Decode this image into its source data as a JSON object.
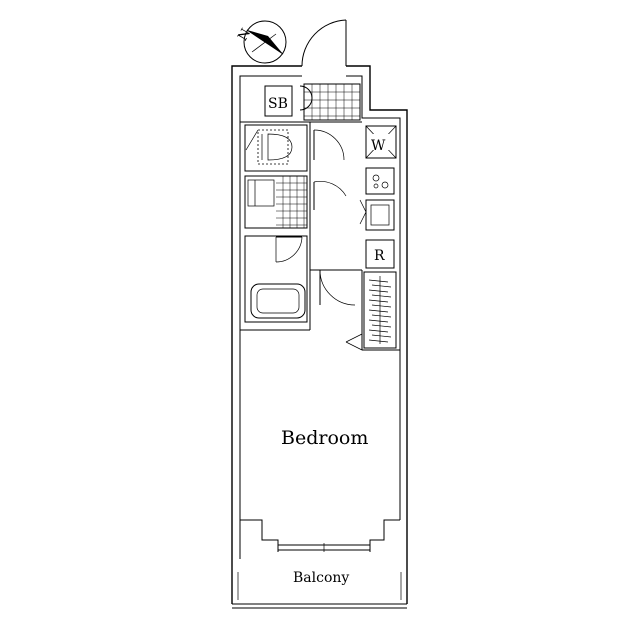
{
  "plan": {
    "compass_label": "N",
    "rooms": {
      "bedroom": "Bedroom",
      "balcony": "Balcony",
      "shoe_box": "SB",
      "washer": "W",
      "refrigerator": "R"
    }
  }
}
